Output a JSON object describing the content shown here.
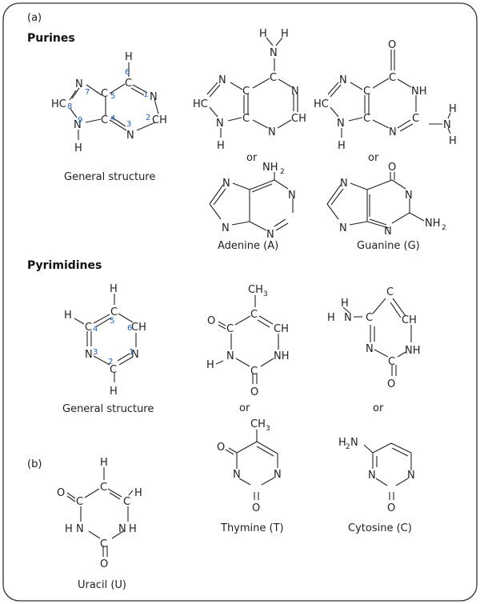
{
  "labels": {
    "part_a": "(a)",
    "part_b": "(b)",
    "purines": "Purines",
    "pyrimidines": "Pyrimidines",
    "or": "or"
  },
  "captions": {
    "purine_general": "General structure",
    "adenine": "Adenine (A)",
    "guanine": "Guanine (G)",
    "pyrimidine_general": "General structure",
    "thymine": "Thymine (T)",
    "cytosine": "Cytosine (C)",
    "uracil": "Uracil (U)"
  },
  "atoms": {
    "N": "N",
    "C": "C",
    "H": "H",
    "O": "O",
    "CH": "CH",
    "HC": "HC",
    "NH": "NH",
    "NH2": "NH",
    "H2N": "H",
    "CH3": "CH",
    "sub2": "2",
    "sub3": "3"
  },
  "ring_numbers": {
    "purine": [
      "1",
      "2",
      "3",
      "4",
      "5",
      "6",
      "7",
      "8",
      "9"
    ],
    "pyrimidine": [
      "1",
      "2",
      "3",
      "4",
      "5",
      "6"
    ]
  },
  "colors": {
    "border": "#333333",
    "numbers": "#1f5fb8",
    "ink": "#222222"
  }
}
